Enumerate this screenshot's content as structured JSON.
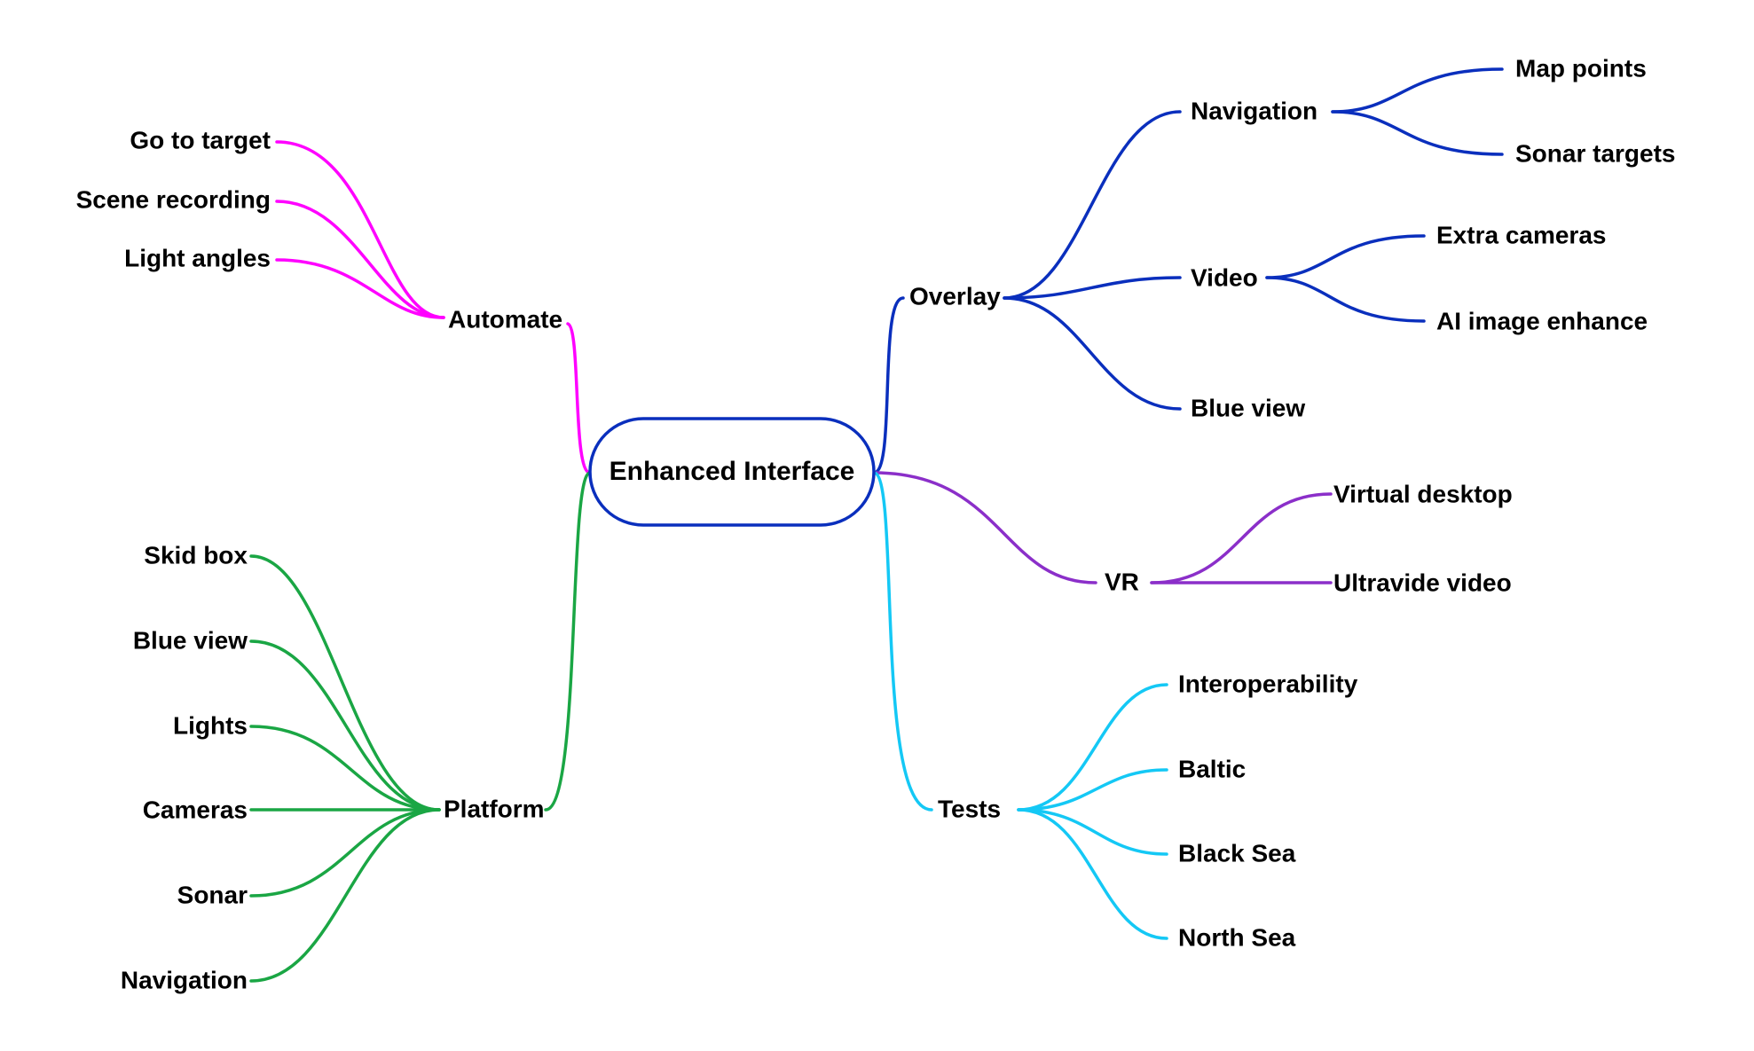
{
  "mindmap": {
    "root": {
      "label": "Enhanced Interface"
    },
    "colors": {
      "automate": "#ff00ff",
      "platform": "#1aa644",
      "overlay": "#0a2fbd",
      "vr": "#8b2fc9",
      "tests": "#14c8f5",
      "root_border": "#0a2fbd"
    },
    "branches": {
      "automate": {
        "label": "Automate",
        "children": [
          "Go to target",
          "Scene recording",
          "Light angles"
        ]
      },
      "platform": {
        "label": "Platform",
        "children": [
          "Skid box",
          "Blue view",
          "Lights",
          "Cameras",
          "Sonar",
          "Navigation"
        ]
      },
      "overlay": {
        "label": "Overlay",
        "children": {
          "navigation": {
            "label": "Navigation",
            "children": [
              "Map points",
              "Sonar targets"
            ]
          },
          "video": {
            "label": "Video",
            "children": [
              "Extra cameras",
              "AI image enhance"
            ]
          },
          "blue_view": {
            "label": "Blue view"
          }
        }
      },
      "vr": {
        "label": "VR",
        "children": [
          "Virtual desktop",
          "Ultravide video"
        ]
      },
      "tests": {
        "label": "Tests",
        "children": [
          "Interoperability",
          "Baltic",
          "Black Sea",
          "North Sea"
        ]
      }
    }
  }
}
